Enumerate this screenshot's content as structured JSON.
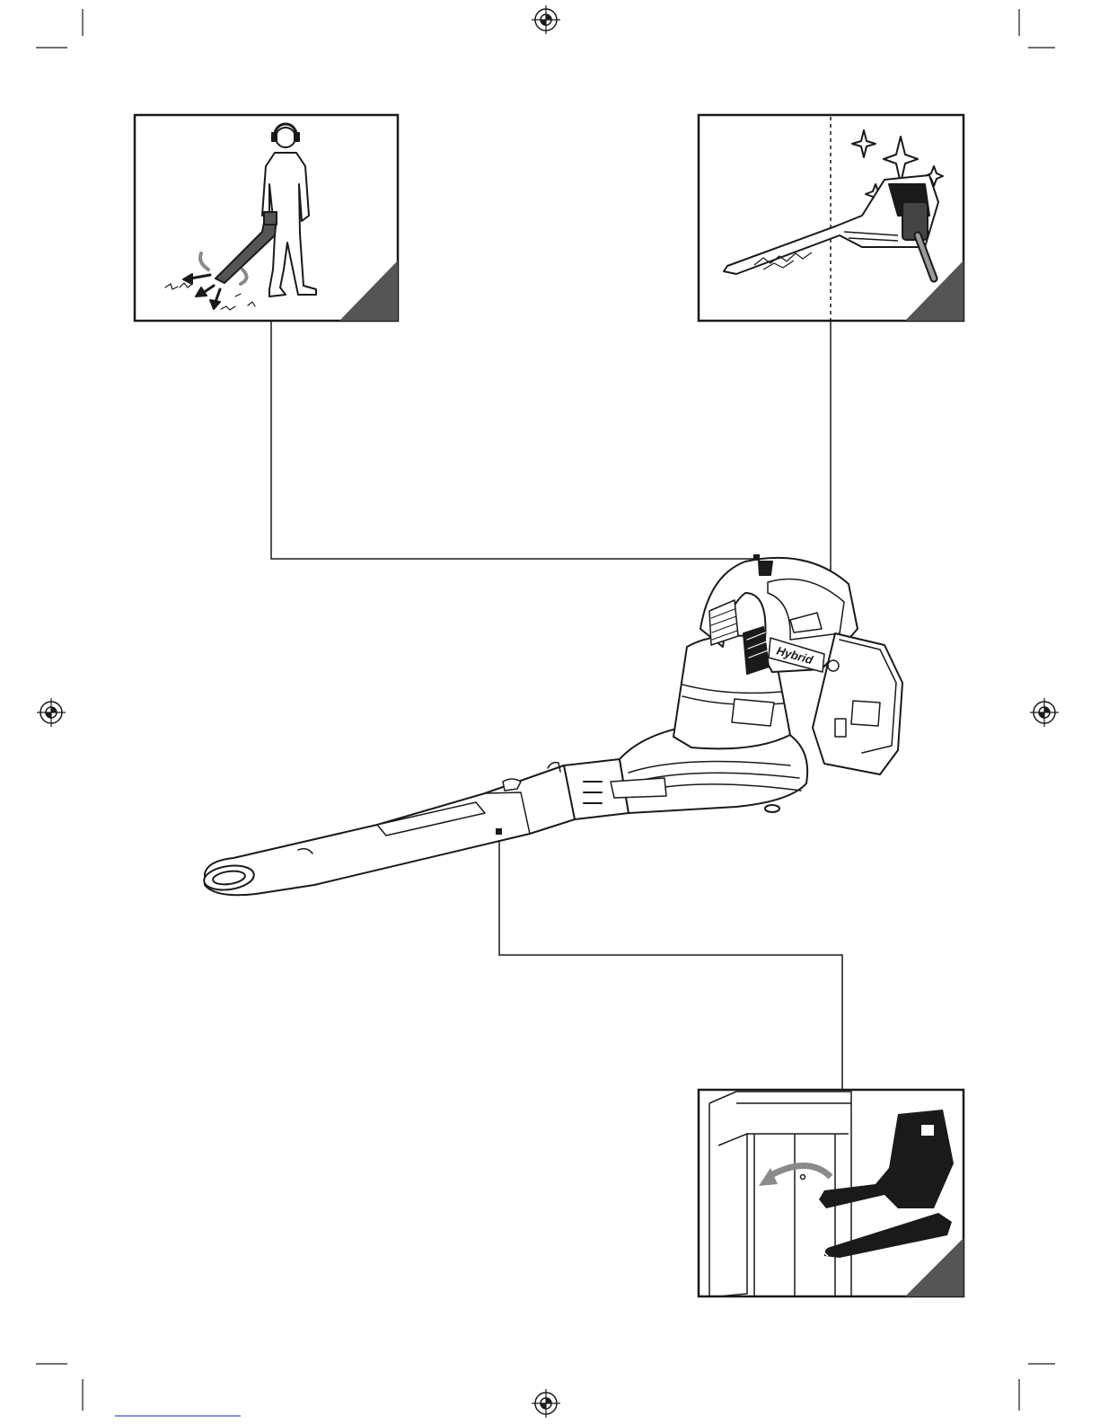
{
  "product": {
    "brand_label": "Hybrid"
  },
  "colors": {
    "ink": "#1a1a1a",
    "panel_corner": "#555555",
    "gray_arrow": "#8a8a8a",
    "footer_link": "#3355cc"
  },
  "panels": [
    {
      "id": "operation",
      "icon": "person-blowing-leaves-illustration"
    },
    {
      "id": "maintenance",
      "icon": "cleaning-blower-illustration"
    },
    {
      "id": "storage",
      "icon": "cabinet-storage-illustration"
    }
  ],
  "registration_marks": [
    "registration-mark-top",
    "registration-mark-left",
    "registration-mark-right",
    "registration-mark-bottom"
  ]
}
